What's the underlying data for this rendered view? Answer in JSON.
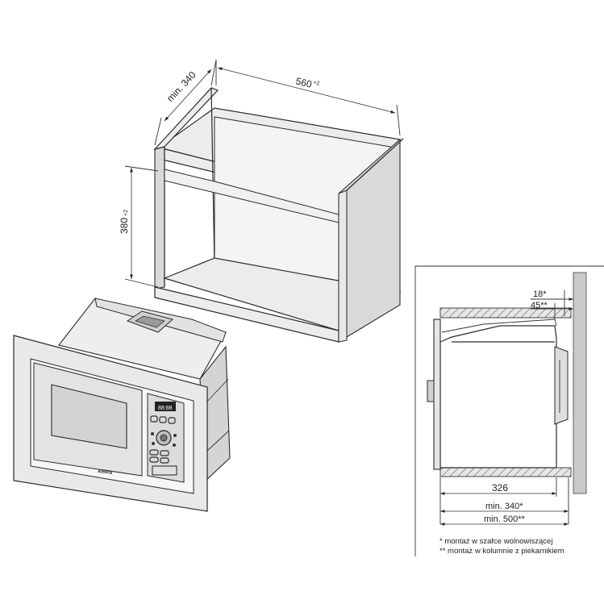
{
  "cabinet_view": {
    "dim_depth": "min. 340",
    "dim_width": "560",
    "dim_width_tol": "+2",
    "dim_height": "380",
    "dim_height_tol": "+2"
  },
  "oven_view": {
    "display_text": "88:88",
    "brand_text": "Amica"
  },
  "side_view": {
    "gap_freestanding": "18*",
    "gap_column": "45**",
    "depth_oven": "326",
    "depth_min_freestanding": "min. 340*",
    "depth_min_column": "min. 500**"
  },
  "notes": [
    "*   montaż w szafce wolnowiszącej",
    "** montaż w kolumnie z piekarnikiem"
  ]
}
